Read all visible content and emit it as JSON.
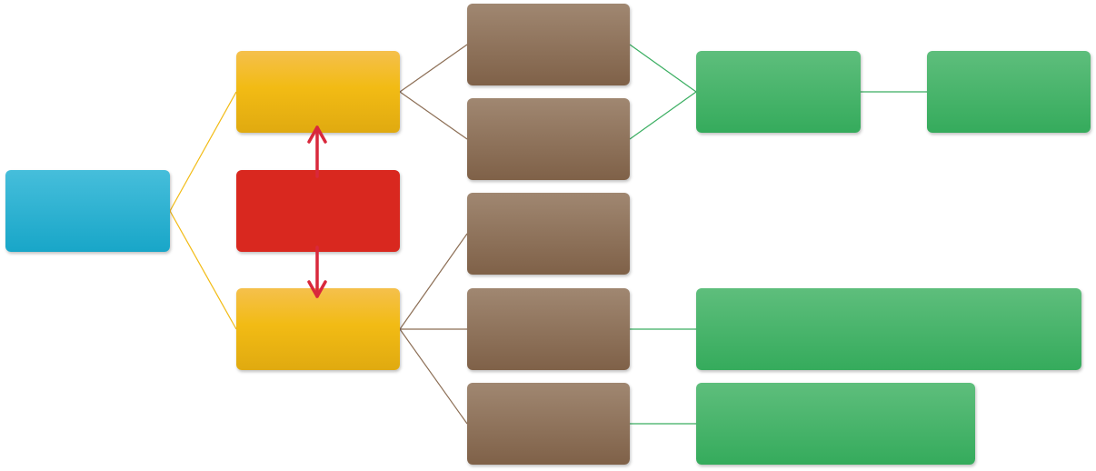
{
  "diagram": {
    "root": {
      "label": "",
      "color": "#1aa7c9"
    },
    "level1": [
      {
        "id": "yellow-top",
        "label": "",
        "color": "#f2bb14"
      },
      {
        "id": "red-middle",
        "label": "",
        "color": "#d9281f"
      },
      {
        "id": "yellow-bottom",
        "label": "",
        "color": "#f2bb14"
      }
    ],
    "level2": [
      {
        "id": "brown-1",
        "label": "",
        "color": "#8c6e55"
      },
      {
        "id": "brown-2",
        "label": "",
        "color": "#8c6e55"
      },
      {
        "id": "brown-3",
        "label": "",
        "color": "#8c6e55"
      },
      {
        "id": "brown-4",
        "label": "",
        "color": "#8c6e55"
      },
      {
        "id": "brown-5",
        "label": "",
        "color": "#8c6e55"
      }
    ],
    "level3": [
      {
        "id": "green-1",
        "label": "",
        "color": "#3aae61"
      },
      {
        "id": "green-2",
        "label": "",
        "color": "#3aae61"
      },
      {
        "id": "green-3",
        "label": "",
        "color": "#3aae61"
      },
      {
        "id": "green-4",
        "label": "",
        "color": "#3aae61"
      }
    ],
    "connector_colors": {
      "root_to_yellow": "#f2bb14",
      "yellow_to_brown": "#8c6e55",
      "brown_to_green": "#3aae61",
      "arrow": "#d9283c"
    }
  }
}
